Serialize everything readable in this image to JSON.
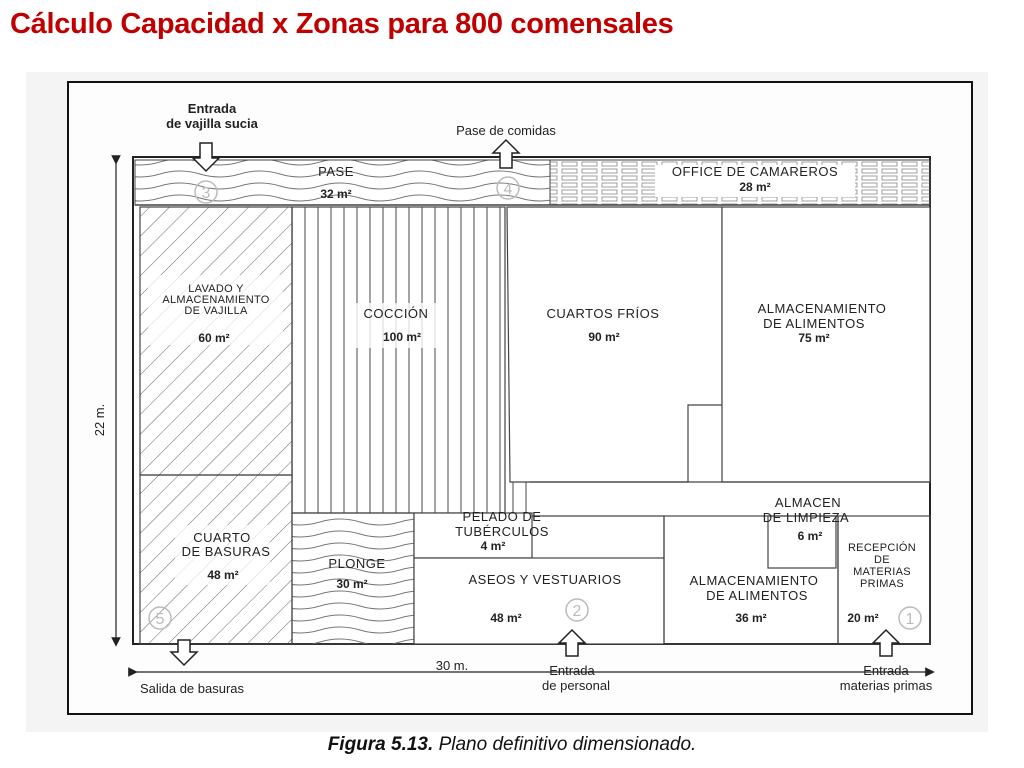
{
  "title": "Cálculo Capacidad x Zonas para 800 comensales",
  "caption": {
    "figure": "Figura 5.13.",
    "text": "Plano definitivo dimensionado."
  },
  "dimensions": {
    "height": "22 m.",
    "width": "30 m."
  },
  "entries": {
    "dirty_dishes": [
      "Entrada",
      "de vajilla sucia"
    ],
    "food_pass": "Pase de comidas",
    "trash_exit": "Salida de basuras",
    "staff": [
      "Entrada",
      "de personal"
    ],
    "raw_materials": [
      "Entrada",
      "materias primas"
    ]
  },
  "zones": {
    "pase": {
      "name": "PASE",
      "area": "32 m²",
      "num": "3"
    },
    "num4": "4",
    "office": {
      "name": "OFFICE DE CAMAREROS",
      "area": "28 m²"
    },
    "lavado": {
      "lines": [
        "LAVADO Y",
        "ALMACENAMIENTO",
        "DE VAJILLA"
      ],
      "area": "60 m²"
    },
    "coccion": {
      "name": "COCCIÓN",
      "area": "100 m²"
    },
    "cuartos_frios": {
      "name": "CUARTOS FRÍOS",
      "area": "90 m²"
    },
    "almac_alimentos_1": {
      "lines": [
        "ALMACENAMIENTO",
        "DE ALIMENTOS"
      ],
      "area": "75 m²"
    },
    "basuras": {
      "lines": [
        "CUARTO",
        "DE BASURAS"
      ],
      "area": "48 m²",
      "num": "5"
    },
    "plonge": {
      "name": "PLONGE",
      "area": "30 m²"
    },
    "pelado": {
      "lines": [
        "PELADO DE",
        "TUBÉRCULOS"
      ],
      "area": "4 m²"
    },
    "aseos": {
      "name": "ASEOS Y VESTUARIOS",
      "area": "48 m²",
      "num": "2"
    },
    "almacen_limpieza": {
      "lines": [
        "ALMACEN",
        "DE LIMPIEZA"
      ],
      "area": "6 m²"
    },
    "almac_alimentos_2": {
      "lines": [
        "ALMACENAMIENTO",
        "DE ALIMENTOS"
      ],
      "area": "36 m²"
    },
    "recepcion": {
      "lines": [
        "RECEPCIÓN",
        "DE",
        "MATERIAS",
        "PRIMAS"
      ],
      "area": "20 m²",
      "num": "1"
    }
  }
}
